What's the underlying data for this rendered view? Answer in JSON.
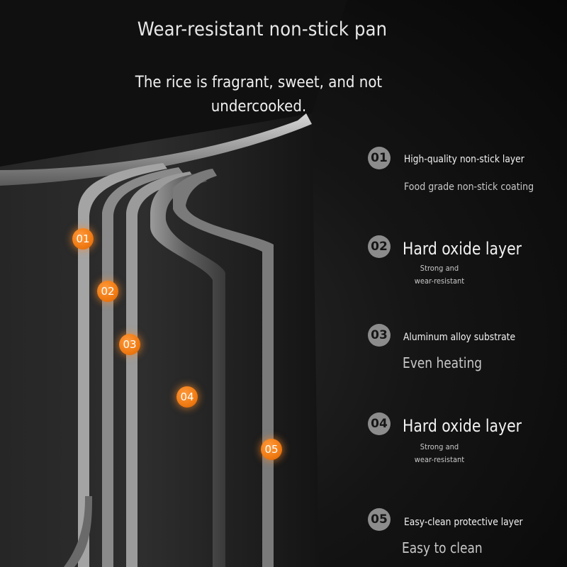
{
  "headline": "Wear-resistant non-stick pan",
  "subline": "The rice is fragrant, sweet, and not undercooked.",
  "markers": [
    "01",
    "02",
    "03",
    "04",
    "05"
  ],
  "layers": [
    {
      "number": "01",
      "title": "High-quality non-stick layer",
      "description": "Food grade non-stick coating"
    },
    {
      "number": "02",
      "title": "Hard oxide layer",
      "description_lines": [
        "Strong and",
        "wear-resistant"
      ]
    },
    {
      "number": "03",
      "title": "Aluminum alloy substrate",
      "description": "Even heating"
    },
    {
      "number": "04",
      "title": "Hard oxide layer",
      "description_lines": [
        "Strong and",
        "wear-resistant"
      ]
    },
    {
      "number": "05",
      "title": "Easy-clean protective layer",
      "description": "Easy to clean"
    }
  ],
  "colors": {
    "marker_orange": "#f07a12",
    "number_badge": "#8c8c8c",
    "text_light": "#f2f2f2",
    "background": "#0d0d0d"
  }
}
